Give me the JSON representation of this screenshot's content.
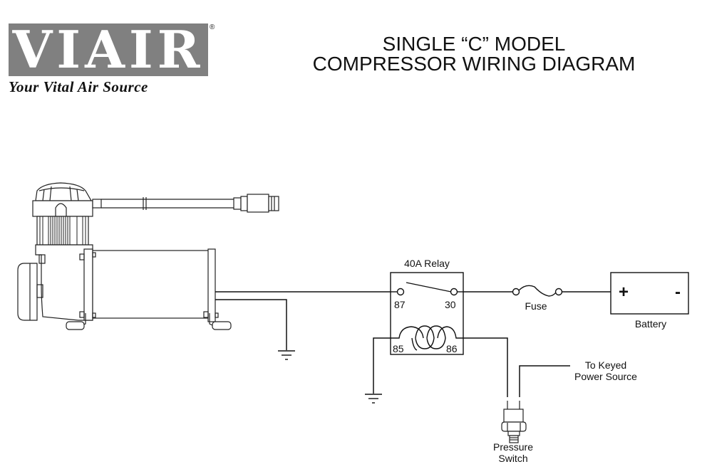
{
  "logo": {
    "brand": "VIAIR",
    "registered_mark": "®",
    "tagline": "Your Vital Air Source",
    "box_color": "#808080"
  },
  "title": {
    "line1": "SINGLE “C” MODEL",
    "line2": "COMPRESSOR WIRING DIAGRAM"
  },
  "components": {
    "compressor": {
      "name": "Compressor"
    },
    "relay": {
      "label": "40A Relay",
      "pins": {
        "p87": "87",
        "p30": "30",
        "p85": "85",
        "p86": "86"
      }
    },
    "fuse": {
      "label": "Fuse"
    },
    "battery": {
      "label": "Battery",
      "positive": "+",
      "negative": "-"
    },
    "pressure_switch": {
      "label_line1": "Pressure",
      "label_line2": "Switch"
    },
    "keyed_power": {
      "label_line1": "To Keyed",
      "label_line2": "Power Source"
    }
  },
  "colors": {
    "line": "#111111",
    "background": "#ffffff"
  }
}
